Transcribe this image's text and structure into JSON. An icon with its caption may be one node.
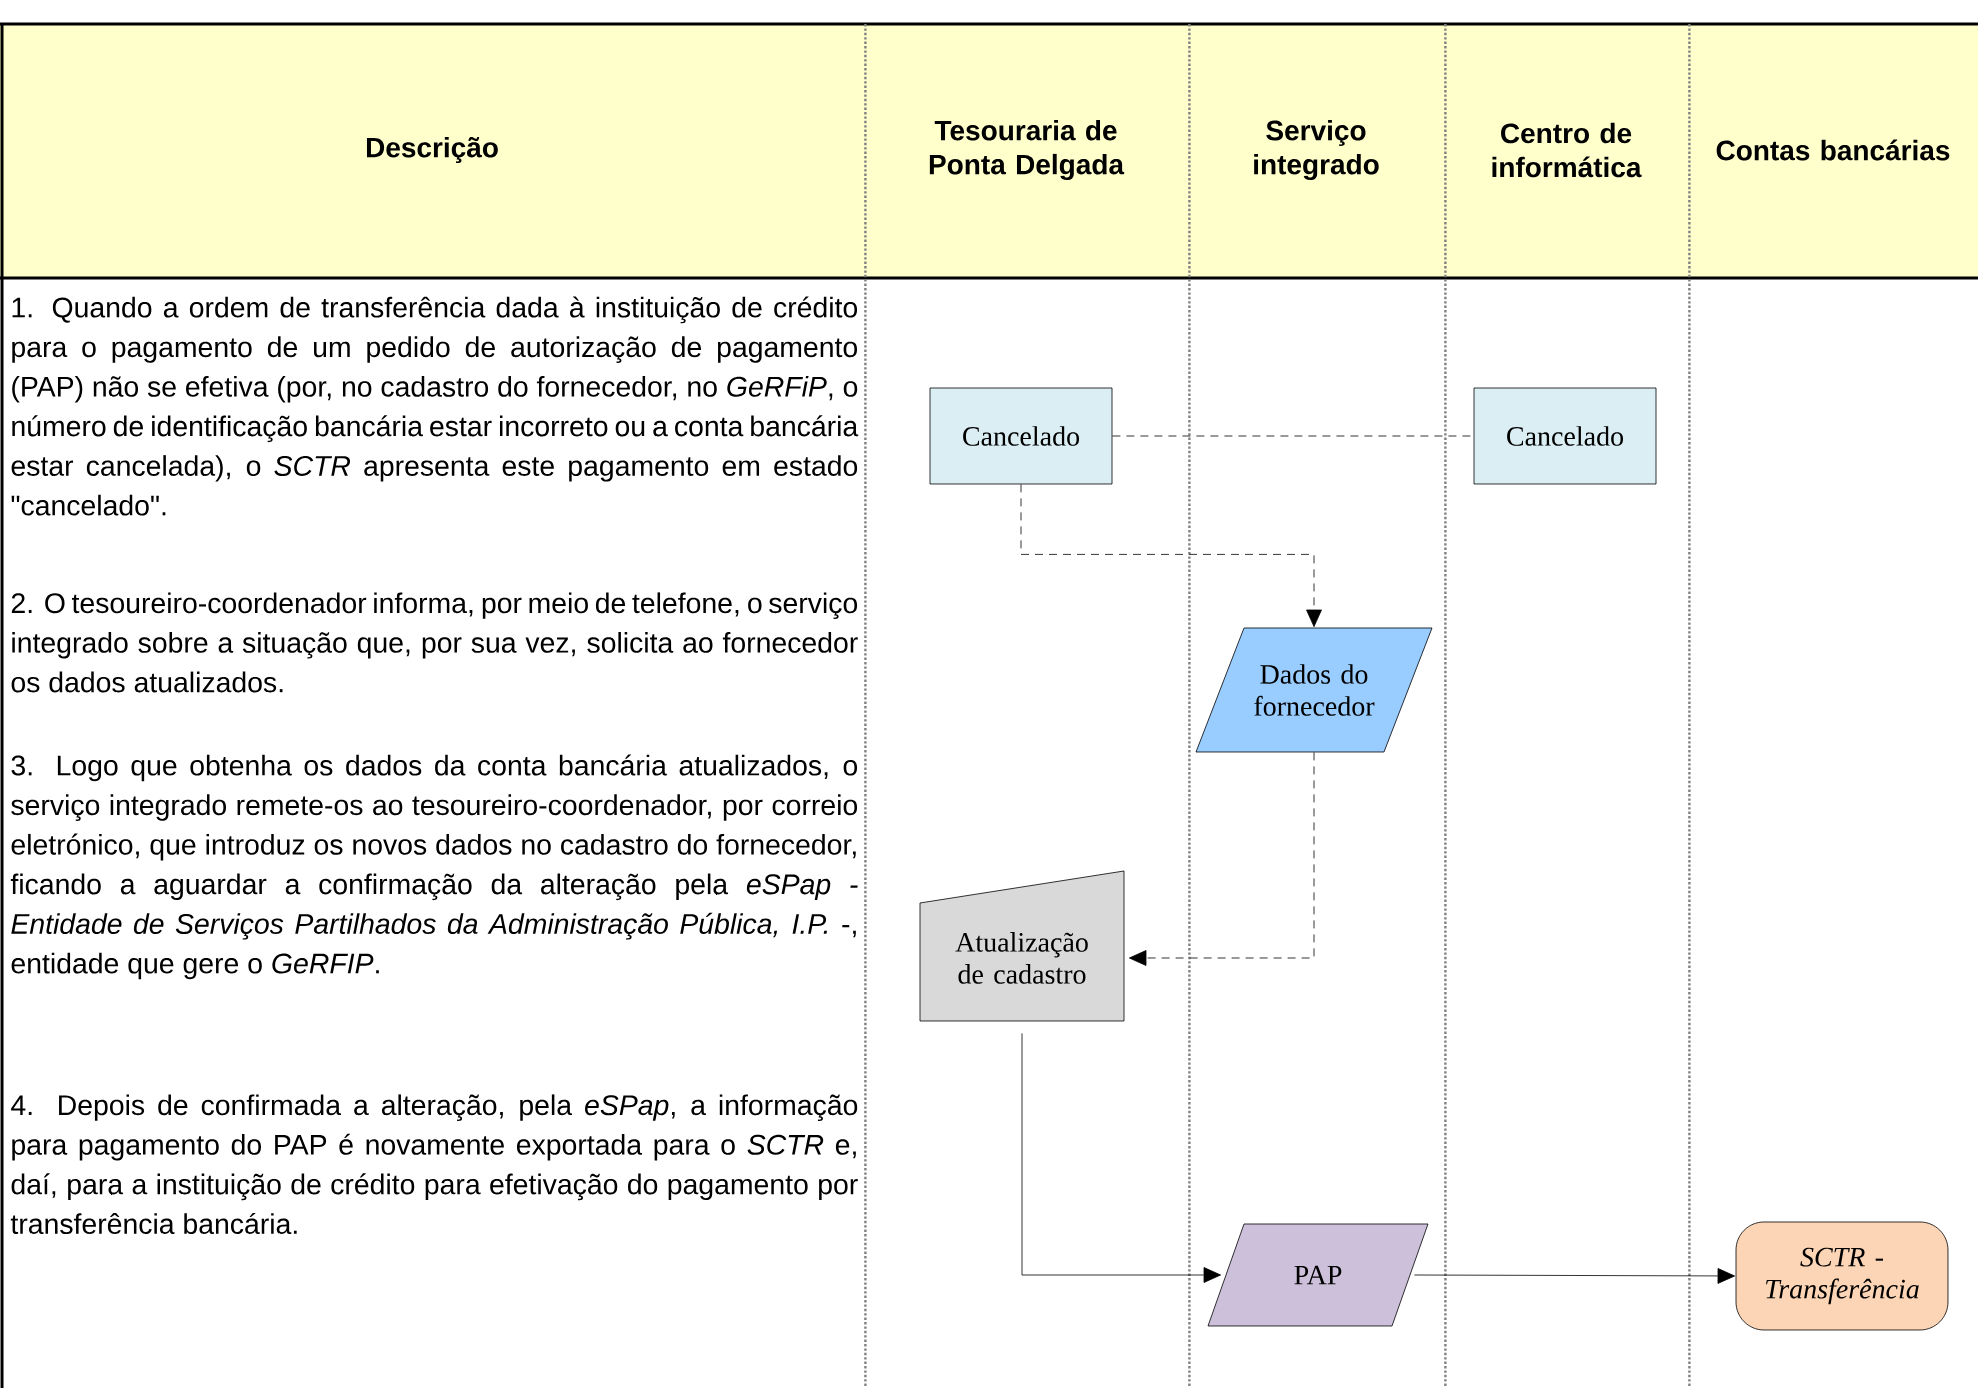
{
  "diagram": {
    "nodes": [
      {
        "text": [
          "Tesouraria de Ponta Delgada"
        ]
      },
      {
        "text": [
          "Serviço integrado"
        ]
      },
      {
        "text": [
          "Centro de informática"
        ]
      },
      {
        "text": [
          "Contas bancárias"
        ]
      },
      {
        "text": [
          "Cancelado"
        ],
        "in": 0
      },
      {
        "text": [
          "Cancelado"
        ],
        "in": 2
      },
      {
        "text": [
          "Dados do fornecedor"
        ],
        "in": 1
      },
      {
        "text": [
          "Atualização de cadastro"
        ],
        "in": 0
      },
      {
        "text": [
          "PAP"
        ],
        "in": 1
      },
      {
        "text": [
          "*SCTR - Transferência*"
        ],
        "in": 3
      }
    ],
    "edges": [
      {
        "from": 4,
        "to": 5,
        "arrow": "none",
        "style": "dashed"
      },
      {
        "from": 4,
        "to": 6,
        "arrow": "to",
        "style": "dashed"
      },
      {
        "from": 6,
        "to": 7,
        "arrow": "to",
        "style": "dashed"
      },
      {
        "from": 7,
        "to": 8,
        "arrow": "to"
      },
      {
        "from": 8,
        "to": 9,
        "arrow": "to"
      }
    ],
    "labels": [
      "Descrição",
      "1. Quando a ordem de transferência dada à instituição de crédito para o pagamento de um pedido de autorização de pagamento (PAP) não se efetiva (por, no cadastro do fornecedor, no *GeRFiP*, o número de identificação bancária estar incorreto ou a conta bancária estar cancelada), o *SCTR* apresenta este pagamento em estado \"cancelado\".",
      "2. O tesoureiro-coordenador informa, por meio de telefone, o serviço integrado sobre a situação que, por sua vez, solicita ao fornecedor os dados atualizados.",
      "3. Logo que obtenha os dados da conta bancária atualizados, o serviço integrado remete-os ao tesoureiro-coordenador, por correio eletrónico, que introduz os novos dados no cadastro do fornecedor, ficando a aguardar a confirmação da alteração pela *eSPap - Entidade de Serviços Partilhados da Administração Pública, I.P.* -, entidade que gere o *GeRFIP*.",
      "4. Depois de confirmada a alteração, pela *eSPap*, a informação para pagamento do PAP é novamente exportada para o *SCTR* e, daí, para a instituição de crédito para efetivação do pagamento por transferência bancária."
    ]
  }
}
